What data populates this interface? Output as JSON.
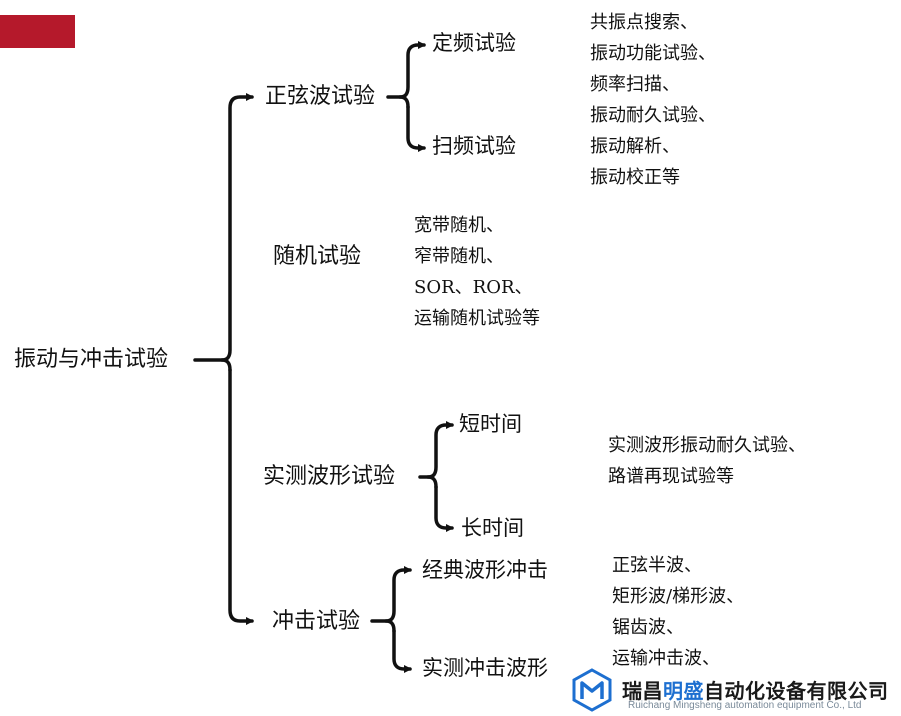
{
  "root": "振动与冲击试验",
  "branches": {
    "sine": "正弦波试验",
    "random": "随机试验",
    "measured": "实测波形试验",
    "shock": "冲击试验"
  },
  "sub": {
    "fixed": "定频试验",
    "sweep": "扫频试验",
    "short": "短时间",
    "long": "长时间",
    "classic": "经典波形冲击",
    "measured_shock": "实测冲击波形"
  },
  "notes": {
    "sine": [
      "共振点搜索、",
      "振动功能试验、",
      "频率扫描、",
      "振动耐久试验、",
      "振动解析、",
      "振动校正等"
    ],
    "random": [
      "宽带随机、",
      "窄带随机、",
      "SOR、ROR、",
      "运输随机试验等"
    ],
    "measured": [
      "实测波形振动耐久试验、",
      "路谱再现试验等"
    ],
    "shock": [
      "正弦半波、",
      "矩形波/梯形波、",
      "锯齿波、",
      "运输冲击波、"
    ]
  },
  "footer": {
    "company_cn_prefix": "瑞昌",
    "company_cn_highlight": "明盛",
    "company_cn_suffix": "自动化设备有限公司",
    "company_en": "Ruichang Mingsheng automation equipment Co., Ltd"
  },
  "colors": {
    "accent": "#b5192b",
    "logo": "#1d6fd0"
  },
  "icons": [
    "logo-icon"
  ]
}
